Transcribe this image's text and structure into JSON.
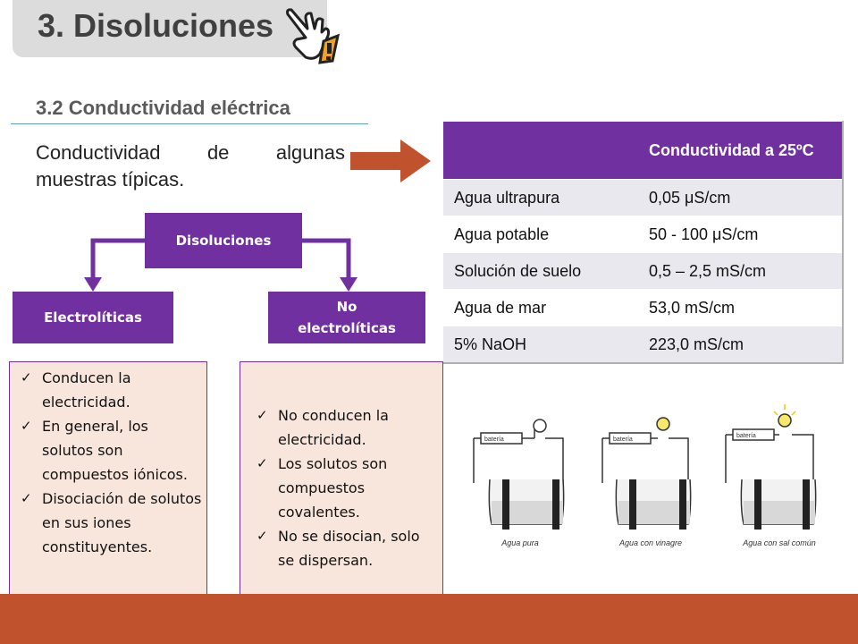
{
  "header": {
    "title": "3. Disoluciones"
  },
  "section": {
    "subtitle": "3.2 Conductividad eléctrica"
  },
  "intro": {
    "line1": "Conductividad de algunas",
    "line2": "muestras típicas."
  },
  "table": {
    "header": [
      "",
      "Conductividad a 25ºC"
    ],
    "rows": [
      [
        "Agua ultrapura",
        "0,05 μS/cm"
      ],
      [
        "Agua potable",
        "50 - 100 μS/cm"
      ],
      [
        "Solución de suelo",
        "0,5 – 2,5 mS/cm"
      ],
      [
        "Agua de mar",
        "53,0 mS/cm"
      ],
      [
        "5% NaOH",
        "223,0 mS/cm"
      ]
    ]
  },
  "tree": {
    "root": "Disoluciones",
    "left": "Electrolíticas",
    "right": "No electrolíticas"
  },
  "left_panel": {
    "items": [
      "Conducen la electricidad.",
      "En general, los solutos son compuestos iónicos.",
      "Disociación de solutos en sus iones constituyentes."
    ]
  },
  "right_panel": {
    "items": [
      "No conducen la electricidad.",
      "Los solutos son compuestos covalentes.",
      "No se disocian, solo se dispersan."
    ]
  },
  "diagram": {
    "battery_label": "batería",
    "captions": [
      "Agua pura",
      "Agua con vinagre",
      "Agua con sal común"
    ]
  },
  "colors": {
    "accent": "#7030a0",
    "panel": "#f8e6dd",
    "footer": "#c0522e",
    "arrow": "#c0522e"
  }
}
